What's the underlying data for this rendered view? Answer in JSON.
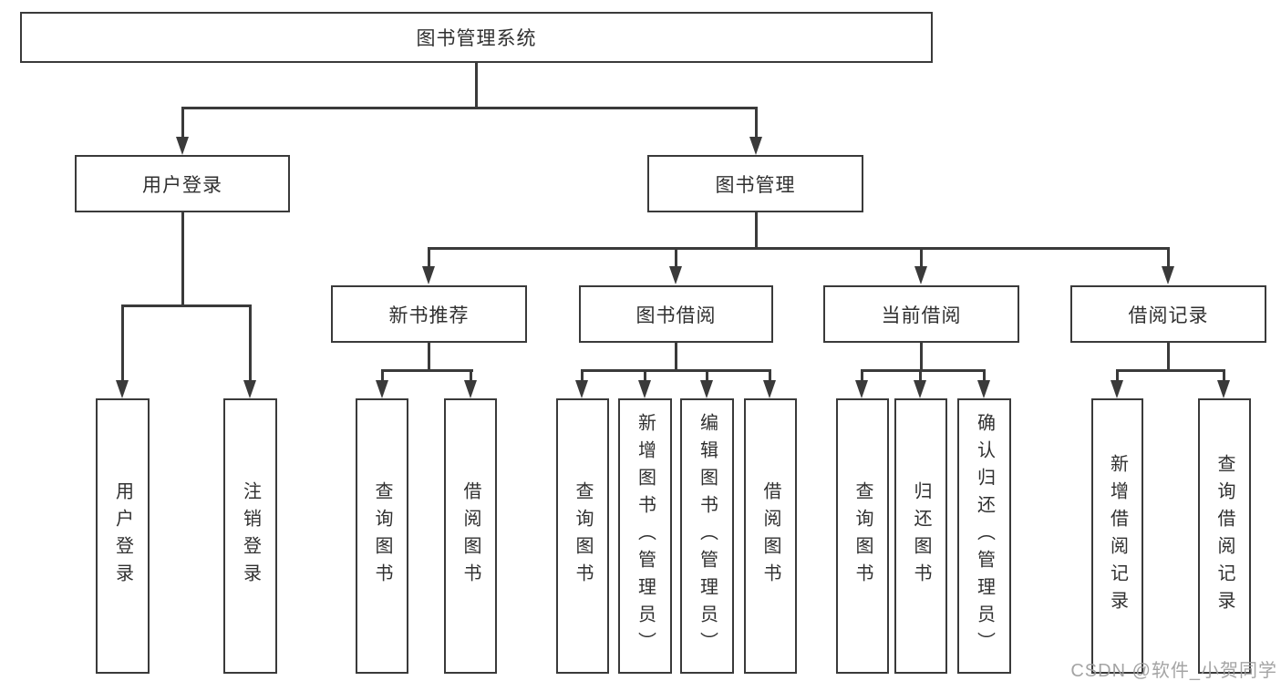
{
  "root": {
    "label": "图书管理系统"
  },
  "level2": [
    {
      "label": "用户登录"
    },
    {
      "label": "图书管理"
    }
  ],
  "level3": [
    {
      "label": "新书推荐"
    },
    {
      "label": "图书借阅"
    },
    {
      "label": "当前借阅"
    },
    {
      "label": "借阅记录"
    }
  ],
  "leaves": {
    "user_login": [
      "用户登录",
      "注销登录"
    ],
    "new_book_rec": [
      "查询图书",
      "借阅图书"
    ],
    "book_borrow": [
      "查询图书",
      "新增图书（管理员）",
      "编辑图书（管理员）",
      "借阅图书"
    ],
    "current_borrow": [
      "查询图书",
      "归还图书",
      "确认归还（管理员）"
    ],
    "borrow_records": [
      "新增借阅记录",
      "查询借阅记录"
    ]
  },
  "watermark": "CSDN @软件_小贺同学",
  "colors": {
    "line": "#3a3a3a",
    "text": "#303030",
    "box_background": "#ffffff",
    "watermark": "#9b9b9b",
    "page_background": "#ffffff"
  }
}
